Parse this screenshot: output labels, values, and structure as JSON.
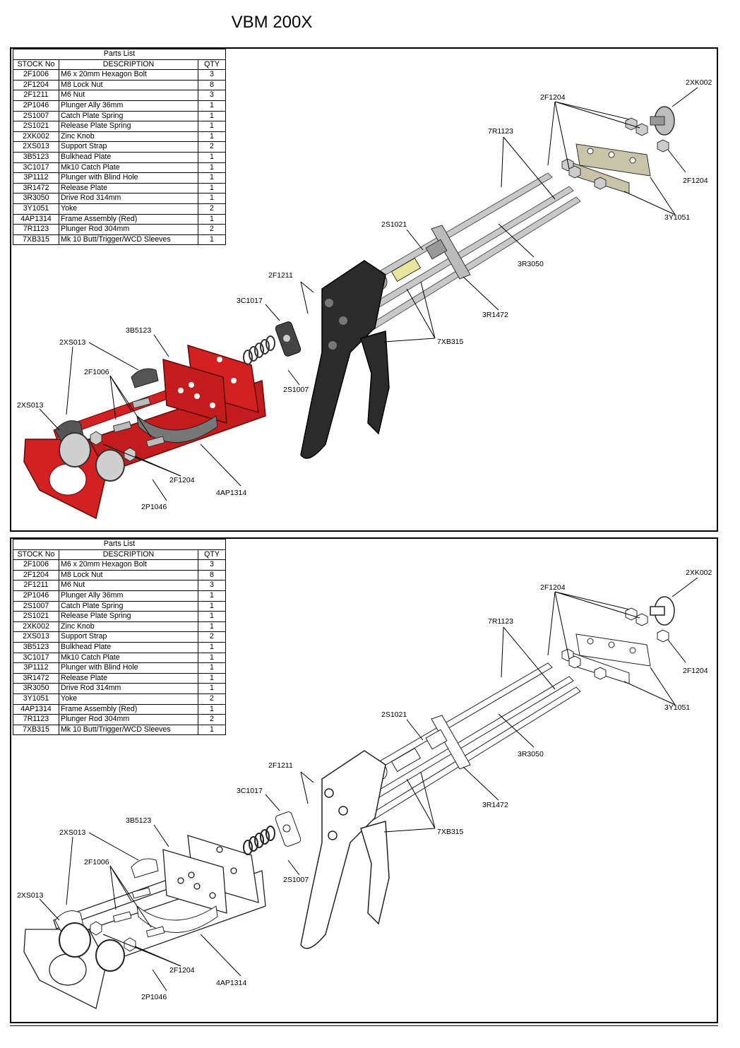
{
  "title": "VBM 200X",
  "colors": {
    "frame_red": "#d42020",
    "frame_red_dark": "#8e1010",
    "rod_grey": "#c8c8c8",
    "handle_dark": "#2b2b2b"
  },
  "parts_list": {
    "caption": "Parts List",
    "headers": {
      "stock": "STOCK No",
      "desc": "DESCRIPTION",
      "qty": "QTY"
    },
    "rows": [
      {
        "stock": "2F1006",
        "desc": "M6 x 20mm Hexagon Bolt",
        "qty": "3"
      },
      {
        "stock": "2F1204",
        "desc": "M8 Lock Nut",
        "qty": "8"
      },
      {
        "stock": "2F1211",
        "desc": "M6 Nut",
        "qty": "3"
      },
      {
        "stock": "2P1046",
        "desc": "Plunger Ally 36mm",
        "qty": "1"
      },
      {
        "stock": "2S1007",
        "desc": "Catch Plate Spring",
        "qty": "1"
      },
      {
        "stock": "2S1021",
        "desc": "Release Plate Spring",
        "qty": "1"
      },
      {
        "stock": "2XK002",
        "desc": "Zinc Knob",
        "qty": "1"
      },
      {
        "stock": "2XS013",
        "desc": "Support Strap",
        "qty": "2"
      },
      {
        "stock": "3B5123",
        "desc": "Bulkhead Plate",
        "qty": "1"
      },
      {
        "stock": "3C1017",
        "desc": "Mk10 Catch Plate",
        "qty": "1"
      },
      {
        "stock": "3P1112",
        "desc": "Plunger with Blind Hole",
        "qty": "1"
      },
      {
        "stock": "3R1472",
        "desc": "Release Plate",
        "qty": "1"
      },
      {
        "stock": "3R3050",
        "desc": "Drive Rod 314mm",
        "qty": "1"
      },
      {
        "stock": "3Y1051",
        "desc": "Yoke",
        "qty": "2"
      },
      {
        "stock": "4AP1314",
        "desc": "Frame Assembly (Red)",
        "qty": "1"
      },
      {
        "stock": "7R1123",
        "desc": "Plunger Rod 304mm",
        "qty": "2"
      },
      {
        "stock": "7XB315",
        "desc": "Mk 10 Butt/Trigger/WCD Sleeves",
        "qty": "1"
      }
    ]
  },
  "callouts": {
    "c2XK002": "2XK002",
    "c2F1204_top": "2F1204",
    "c2F1204_right": "2F1204",
    "c7R1123": "7R1123",
    "c3Y1051": "3Y1051",
    "c2S1021": "2S1021",
    "c3R3050": "3R3050",
    "c2F1211": "2F1211",
    "c3C1017": "3C1017",
    "c3R1472": "3R1472",
    "c7XB315": "7XB315",
    "c3B5123": "3B5123",
    "c2XS013_top": "2XS013",
    "c2F1006": "2F1006",
    "c2S1007": "2S1007",
    "c2XS013_left": "2XS013",
    "c2F1204_bottom": "2F1204",
    "c4AP1314": "4AP1314",
    "c2P1046": "2P1046"
  }
}
